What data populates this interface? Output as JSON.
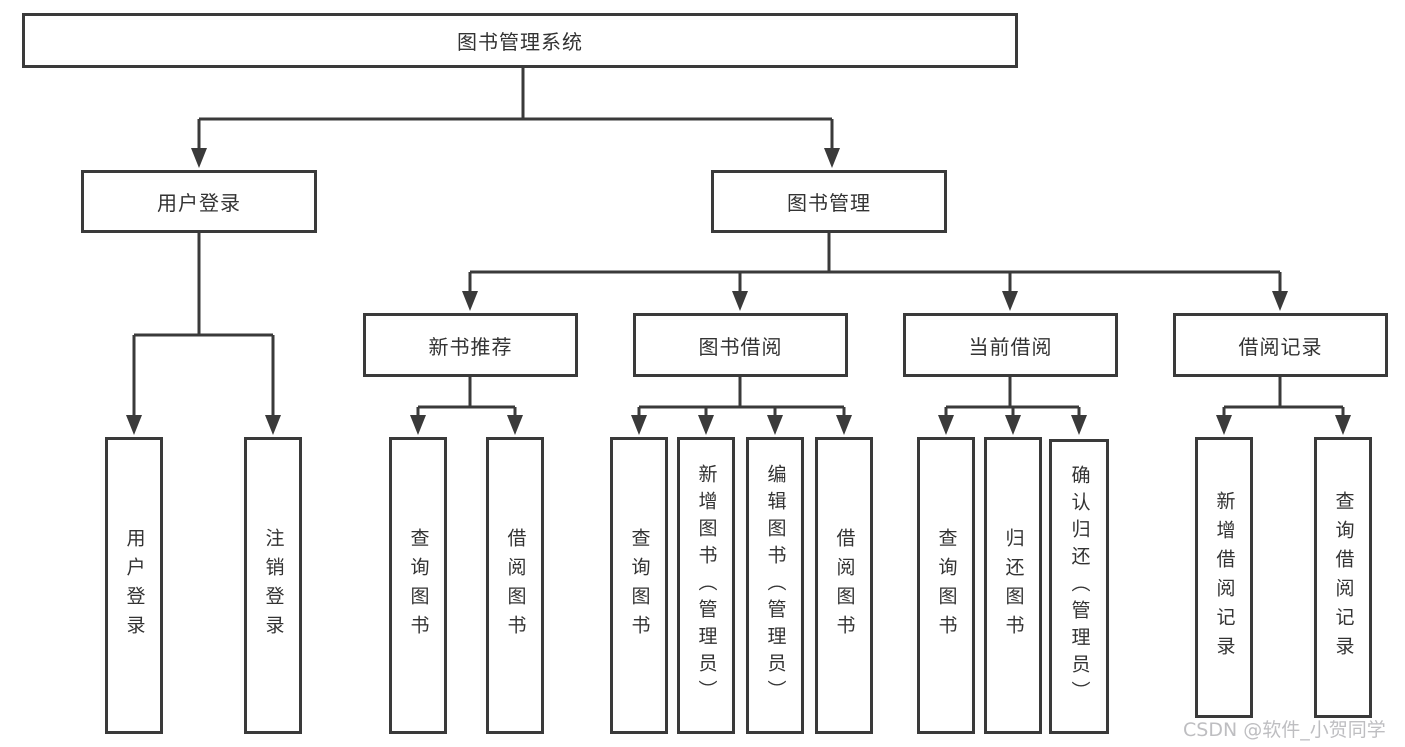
{
  "tree": {
    "root": "图书管理系统",
    "branches": [
      {
        "label": "用户登录",
        "children": [
          "用户登录",
          "注销登录"
        ]
      },
      {
        "label": "图书管理",
        "sections": [
          {
            "label": "新书推荐",
            "children": [
              "查询图书",
              "借阅图书"
            ]
          },
          {
            "label": "图书借阅",
            "children": [
              "查询图书",
              "新增图书（管理员）",
              "编辑图书（管理员）",
              "借阅图书"
            ]
          },
          {
            "label": "当前借阅",
            "children": [
              "查询图书",
              "归还图书",
              "确认归还（管理员）"
            ]
          },
          {
            "label": "借阅记录",
            "children": [
              "新增借阅记录",
              "查询借阅记录"
            ]
          }
        ]
      }
    ]
  },
  "watermark": {
    "text": "CSDN @软件_小贺同学"
  },
  "colors": {
    "stroke": "#3a3a3a",
    "text": "#333333",
    "background": "#ffffff",
    "watermark": "#b9b9bc"
  }
}
